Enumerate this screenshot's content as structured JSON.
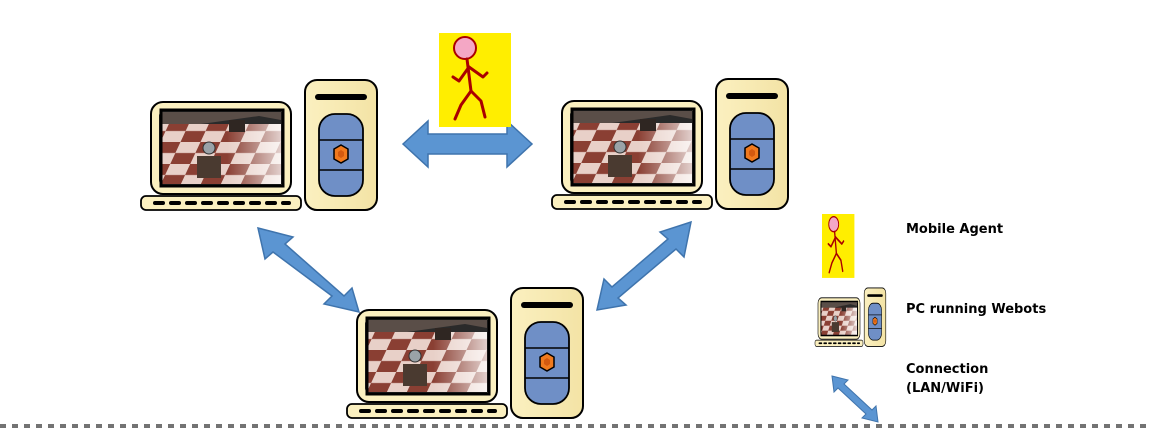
{
  "legend": {
    "agent_label": "Mobile Agent",
    "pc_label": "PC running Webots",
    "connection_label_line1": "Connection",
    "connection_label_line2": "(LAN/WiFi)"
  },
  "nodes": [
    {
      "name": "pc-top-left",
      "connections": [
        "pc-top-right",
        "pc-bottom"
      ]
    },
    {
      "name": "pc-top-right",
      "connections": [
        "pc-top-left",
        "pc-bottom"
      ]
    },
    {
      "name": "pc-bottom",
      "connections": [
        "pc-top-left",
        "pc-top-right"
      ]
    }
  ],
  "agent": {
    "location": "between pc-top-left and pc-top-right"
  },
  "colors": {
    "arrow": "#5b95d2",
    "arrow_stroke": "#3f74ad",
    "pc_body": "#fbf0c0",
    "pc_outline": "#000000",
    "pc_panel": "#6f8fc6",
    "pc_hex": "#f07a1e",
    "agent_bg": "#ffee00",
    "agent_figure": "#aa0000",
    "agent_head": "#f4a7c5",
    "floor_dark": "#8a3f33",
    "floor_light": "#e8d0c8"
  }
}
